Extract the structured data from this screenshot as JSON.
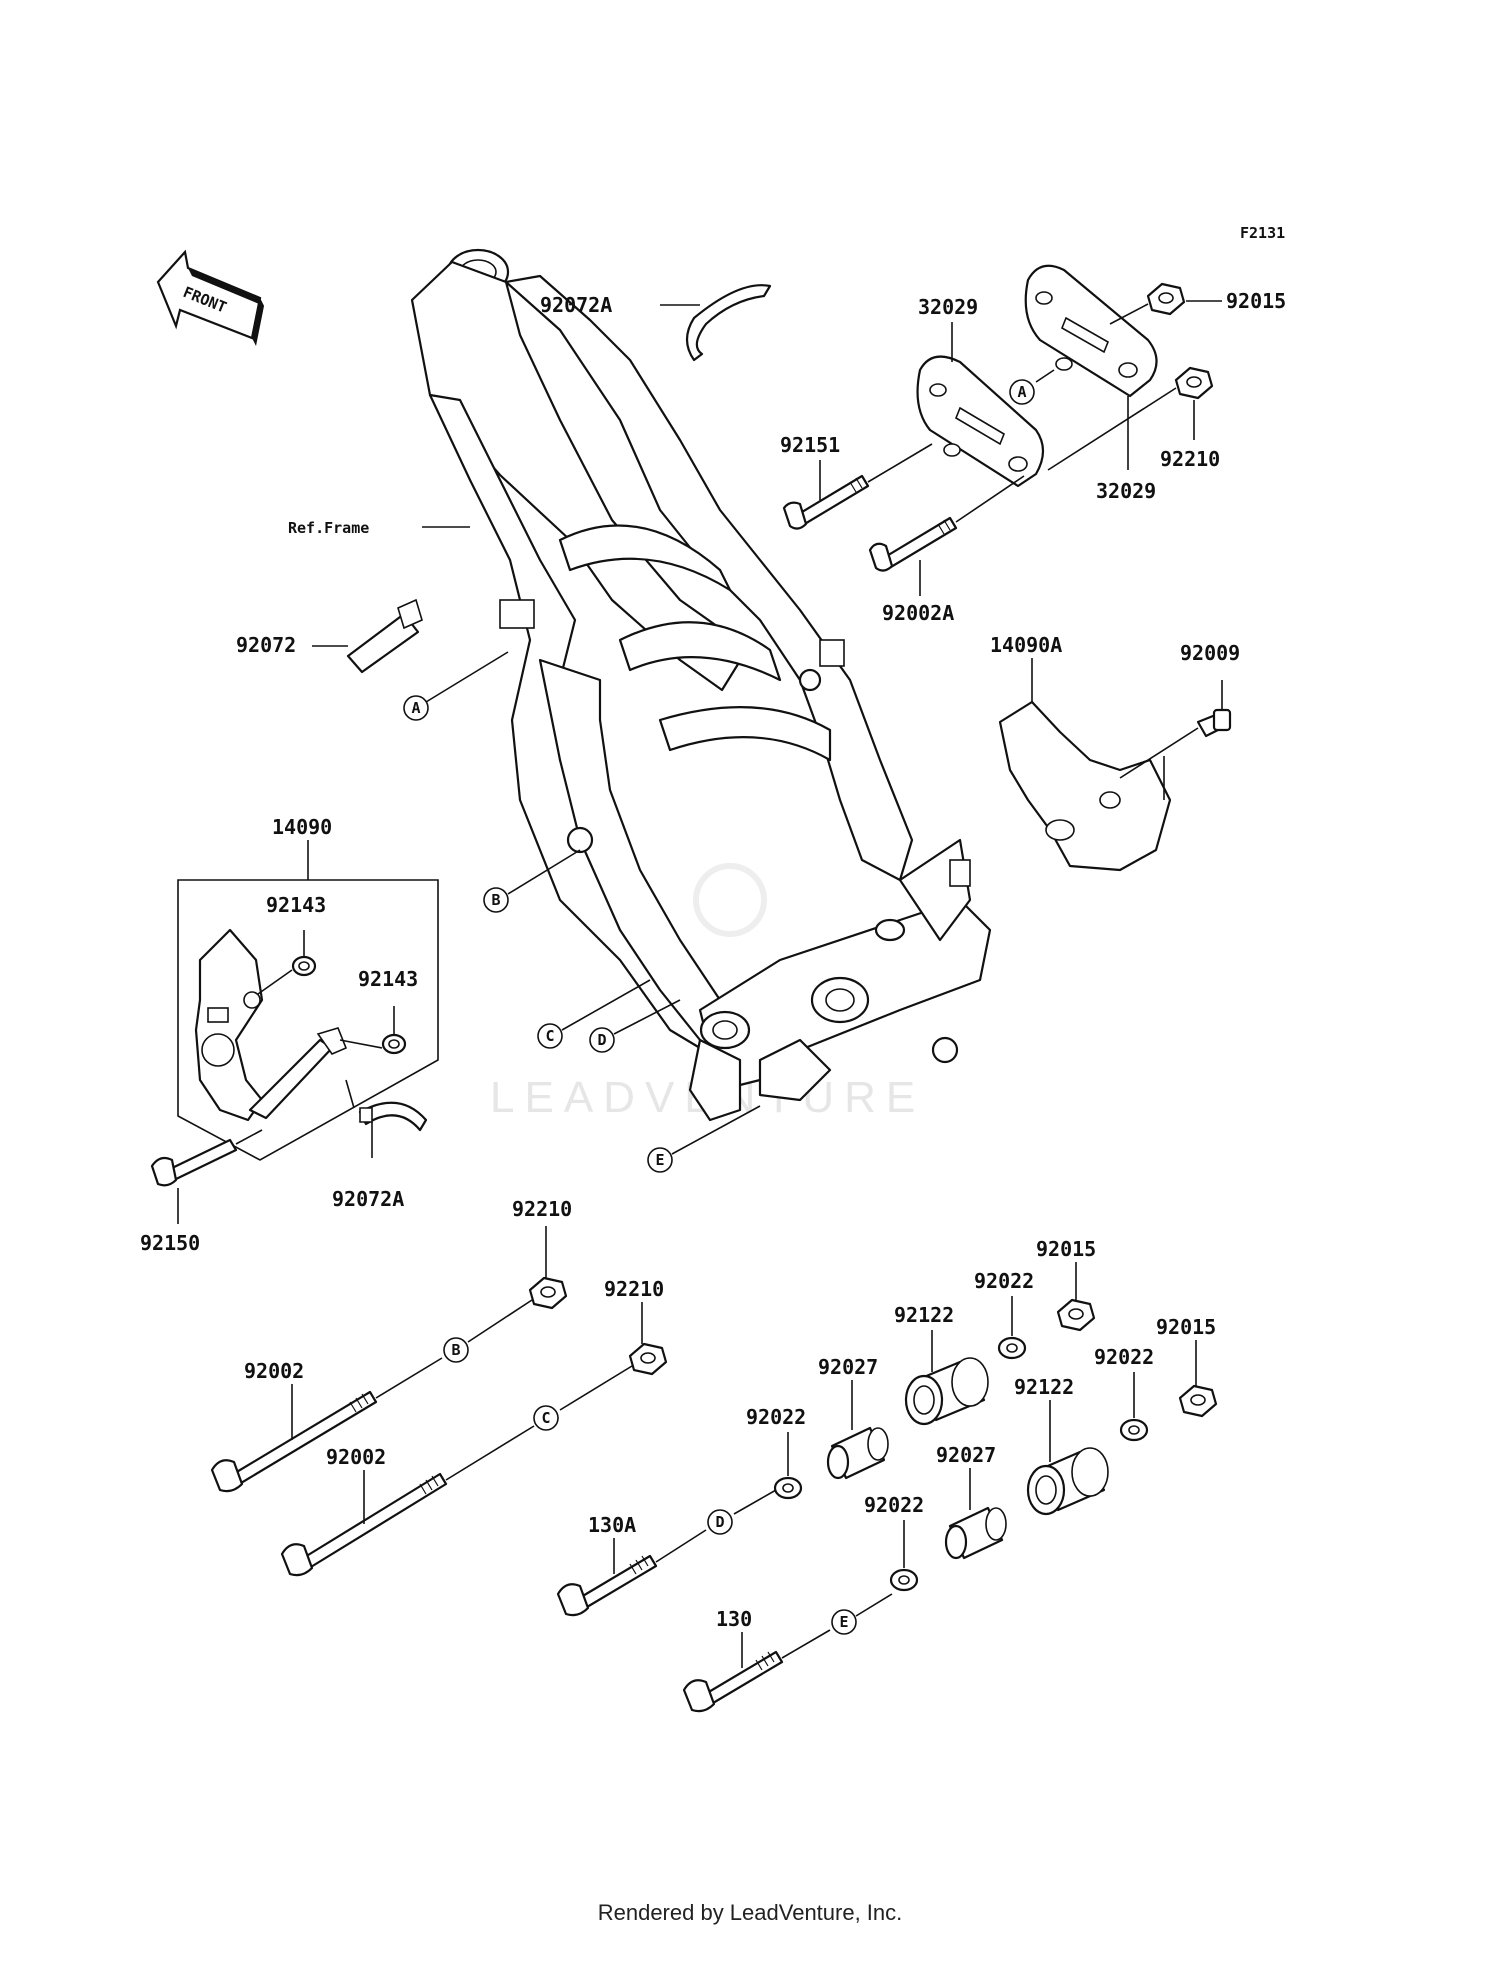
{
  "figure_code": "F2131",
  "front_label": "FRONT",
  "ref_frame_label": "Ref.Frame",
  "watermark": "LEADVENTURE",
  "footer": "Rendered by LeadVenture, Inc.",
  "callouts": {
    "A": "A",
    "B": "B",
    "C": "C",
    "D": "D",
    "E": "E"
  },
  "part_labels": {
    "p92072A_top": "92072A",
    "p32029_top": "32029",
    "p92015_top": "92015",
    "p92151": "92151",
    "p92210_top": "92210",
    "p32029_bottom": "32029",
    "p92002A": "92002A",
    "p92072": "92072",
    "p14090A": "14090A",
    "p92009": "92009",
    "p14090": "14090",
    "p92143_a": "92143",
    "p92143_b": "92143",
    "p92072A_bottom": "92072A",
    "p92150": "92150",
    "p92210_mid1": "92210",
    "p92210_mid2": "92210",
    "p92002_a": "92002",
    "p92002_b": "92002",
    "p92015_mid": "92015",
    "p92022_a": "92022",
    "p92122_a": "92122",
    "p92015_right": "92015",
    "p92027_a": "92027",
    "p92022_b": "92022",
    "p92022_c": "92022",
    "p92122_b": "92122",
    "p130A": "130A",
    "p92027_b": "92027",
    "p92022_d": "92022",
    "p130": "130"
  }
}
